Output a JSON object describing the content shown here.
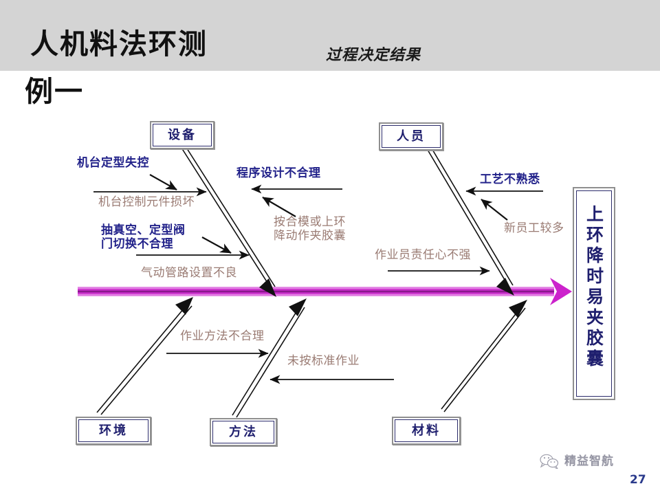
{
  "header": {
    "title": "人机料法环测",
    "subtitle": "过程决定结果",
    "example_label": "例一",
    "band_color": "#d4d4d4"
  },
  "diagram": {
    "type": "fishbone",
    "spine_color": "#cc22cc",
    "effect": {
      "name": "effect-box",
      "text": "上环降时易夹胶囊"
    },
    "categories": [
      {
        "id": "equipment",
        "label": "设备",
        "position": "top-left"
      },
      {
        "id": "personnel",
        "label": "人员",
        "position": "top-right"
      },
      {
        "id": "environment",
        "label": "环境",
        "position": "bottom-left"
      },
      {
        "id": "method",
        "label": "方法",
        "position": "bottom-middle"
      },
      {
        "id": "material",
        "label": "材料",
        "position": "bottom-right"
      }
    ],
    "causes": [
      {
        "id": "c1",
        "category": "equipment",
        "text": "机台定型失控",
        "style": "primary"
      },
      {
        "id": "c2",
        "category": "equipment",
        "text": "机台控制元件损坏",
        "style": "secondary"
      },
      {
        "id": "c3",
        "category": "equipment",
        "text": "程序设计不合理",
        "style": "primary"
      },
      {
        "id": "c4",
        "category": "equipment",
        "text": "按合模或上环\n降动作夹胶囊",
        "style": "secondary"
      },
      {
        "id": "c5",
        "category": "equipment",
        "text": "抽真空、定型阀\n门切换不合理",
        "style": "primary"
      },
      {
        "id": "c6",
        "category": "equipment",
        "text": "气动管路设置不良",
        "style": "secondary"
      },
      {
        "id": "c7",
        "category": "personnel",
        "text": "工艺不熟悉",
        "style": "primary"
      },
      {
        "id": "c8",
        "category": "personnel",
        "text": "新员工较多",
        "style": "secondary"
      },
      {
        "id": "c9",
        "category": "personnel",
        "text": "作业员责任心不强",
        "style": "secondary"
      },
      {
        "id": "c10",
        "category": "method",
        "text": "作业方法不合理",
        "style": "secondary"
      },
      {
        "id": "c11",
        "category": "method",
        "text": "未按标准作业",
        "style": "secondary"
      }
    ],
    "colors": {
      "primary_label": "#22228a",
      "secondary_label": "#9a7b73",
      "box_text": "#1f1f6e",
      "box_border": "#8f8f8f",
      "bone": "#1a1a1a"
    }
  },
  "footer": {
    "watermark_text": "精益智航",
    "page_number": "27"
  }
}
